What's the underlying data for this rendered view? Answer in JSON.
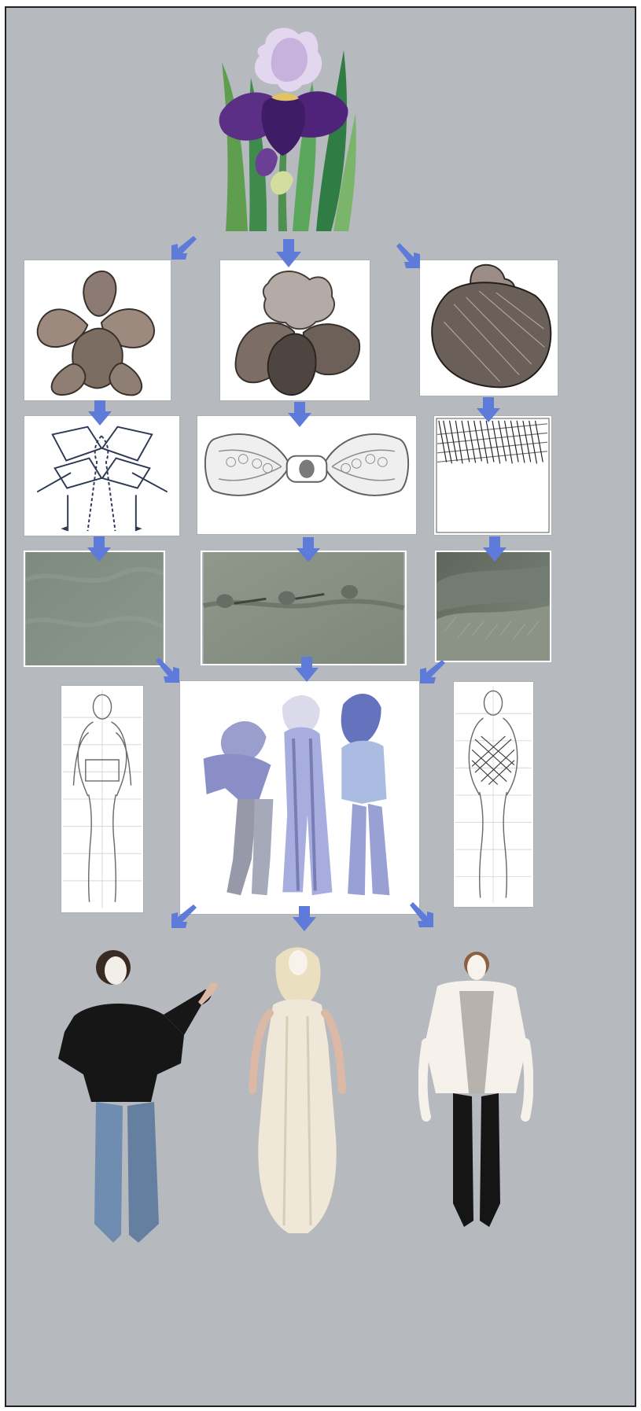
{
  "colors": {
    "background": "#b6b9bd",
    "arrow": "#5f7bd9",
    "card": "#ffffff",
    "felt_gray": "#7f8b7f",
    "iris_purple": "#5b2f86",
    "lavender": "#d7c9ea"
  },
  "diagram": {
    "source": {
      "kind": "iris-flower-illustration"
    },
    "stages": [
      {
        "kind": "flower-part-drawings",
        "items": [
          "open-iris-sketch",
          "side-view-iris-sketch",
          "petal-close-up-sketch"
        ]
      },
      {
        "kind": "construction-patterns",
        "items": [
          "body-pattern-diagram",
          "bow-shape-pattern",
          "texture-stitch-pattern"
        ]
      },
      {
        "kind": "felt-samples",
        "items": [
          "flat-felt-sample",
          "buttoned-felt-sample",
          "furry-felt-sample"
        ]
      },
      {
        "kind": "fashion-sketches",
        "items": [
          "front-croquis-left",
          "three-model-illustration",
          "front-croquis-right"
        ]
      },
      {
        "kind": "finished-garments",
        "items": [
          "black-jacket-outfit",
          "white-hooded-dress-outfit",
          "white-fur-coat-outfit"
        ]
      }
    ],
    "icons": {
      "arrow": "flow-arrow-icon"
    }
  }
}
